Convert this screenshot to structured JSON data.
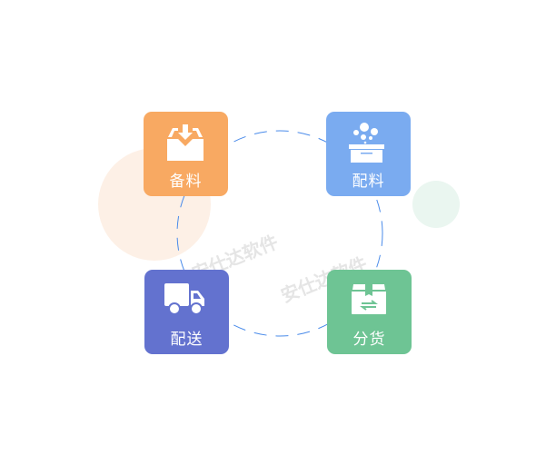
{
  "steps": [
    {
      "label": "备料",
      "icon": "inbox-download-icon",
      "color": "#F8A962"
    },
    {
      "label": "配料",
      "icon": "box-bubbles-icon",
      "color": "#7AABF0"
    },
    {
      "label": "配送",
      "icon": "truck-icon",
      "color": "#6372CF"
    },
    {
      "label": "分货",
      "icon": "package-exchange-icon",
      "color": "#6EC494"
    }
  ],
  "watermark": "安仕达软件",
  "colors": {
    "ring": "#4A8BEA",
    "deco_orange": "#FDF0E6",
    "deco_green": "#EAF6F0"
  }
}
